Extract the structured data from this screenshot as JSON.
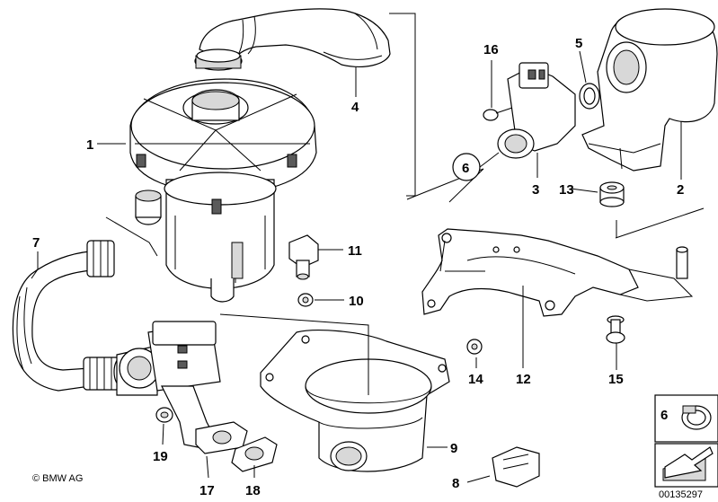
{
  "diagram": {
    "callouts": {
      "c1": "1",
      "c2": "2",
      "c3": "3",
      "c4": "4",
      "c5": "5",
      "c6": "6",
      "c7": "7",
      "c8": "8",
      "c9": "9",
      "c10": "10",
      "c11": "11",
      "c12": "12",
      "c13": "13",
      "c14": "14",
      "c15": "15",
      "c16": "16",
      "c17": "17",
      "c18": "18",
      "c19": "19"
    },
    "legend_item": "6",
    "copyright": "© BMW AG",
    "document_number": "00135297"
  }
}
